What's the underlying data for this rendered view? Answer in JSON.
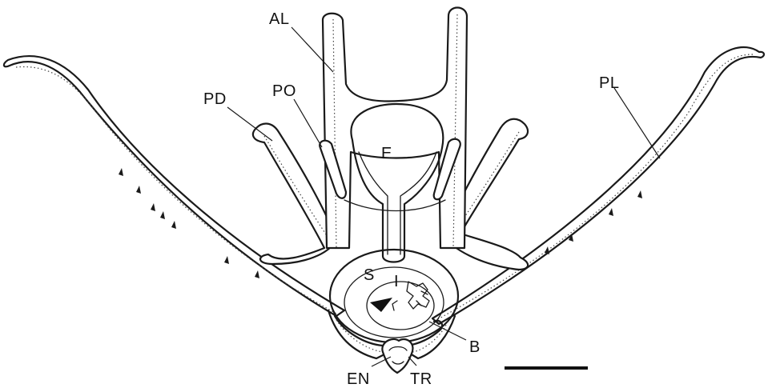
{
  "figure": {
    "labels": {
      "al": "AL",
      "pd": "PD",
      "po": "PO",
      "pl": "PL",
      "e": "E",
      "s": "S",
      "i": "I",
      "b": "B",
      "en": "EN",
      "tr": "TR"
    },
    "scale_bar": "scale-bar"
  }
}
